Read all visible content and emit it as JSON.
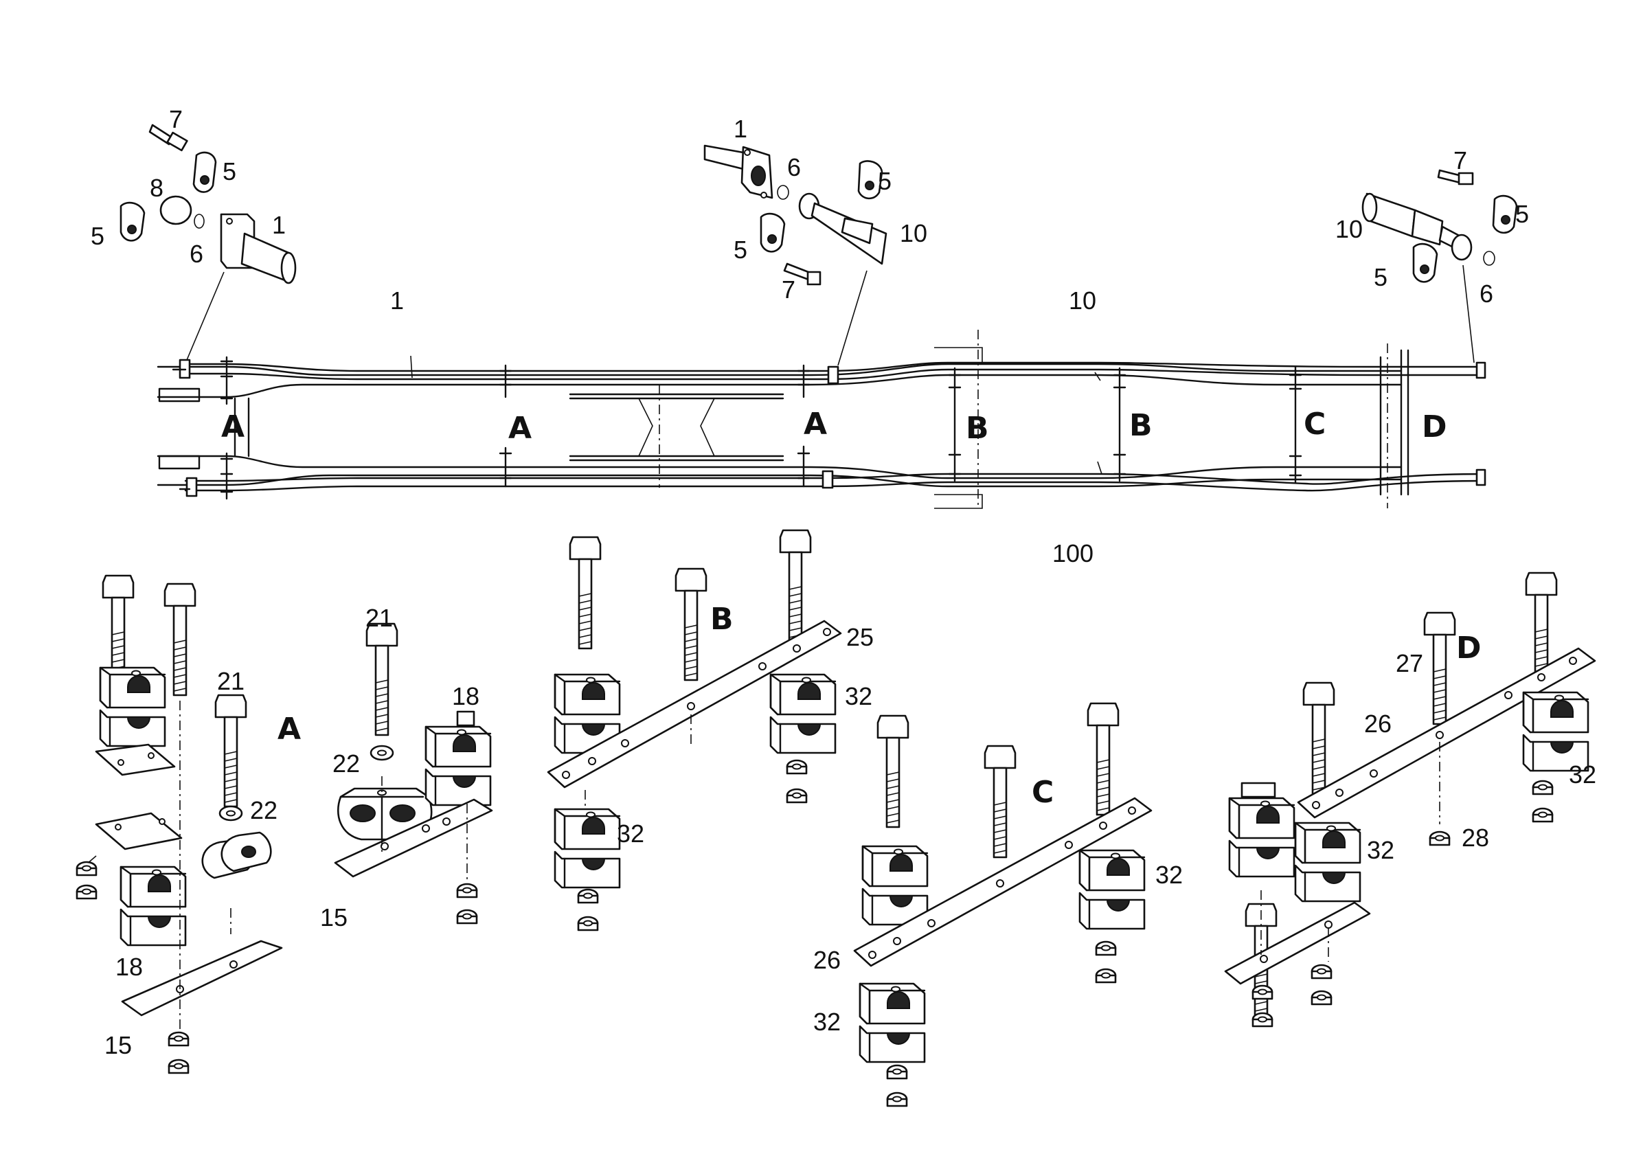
{
  "callouts": {
    "n7a": "7",
    "n5a": "5",
    "n8": "8",
    "n5b": "5",
    "n6a": "6",
    "n1a": "1",
    "n1b": "1",
    "n6b": "6",
    "n5c": "5",
    "n10a": "10",
    "n5d": "5",
    "n7b": "7",
    "n7c": "7",
    "n5e": "5",
    "n10b": "10",
    "n5f": "5",
    "n6c": "6",
    "n1c": "1",
    "n10c": "10",
    "n100": "100",
    "n21a": "21",
    "n22a": "22",
    "n18a": "18",
    "n15a": "15",
    "n21b": "21",
    "n18b": "18",
    "n22b": "22",
    "n15b": "15",
    "n25": "25",
    "n32a": "32",
    "n32b": "32",
    "n32c": "32",
    "n26a": "26",
    "n32d": "32",
    "n27": "27",
    "n26b": "26",
    "n32e": "32",
    "n32f": "32",
    "n28": "28"
  },
  "sections": {
    "frame_a1": "A",
    "frame_a2": "A",
    "frame_a3": "A",
    "frame_b1": "B",
    "frame_b2": "B",
    "frame_c": "C",
    "frame_d": "D",
    "detail_a": "A",
    "detail_b": "B",
    "detail_c": "C",
    "detail_d": "D"
  }
}
